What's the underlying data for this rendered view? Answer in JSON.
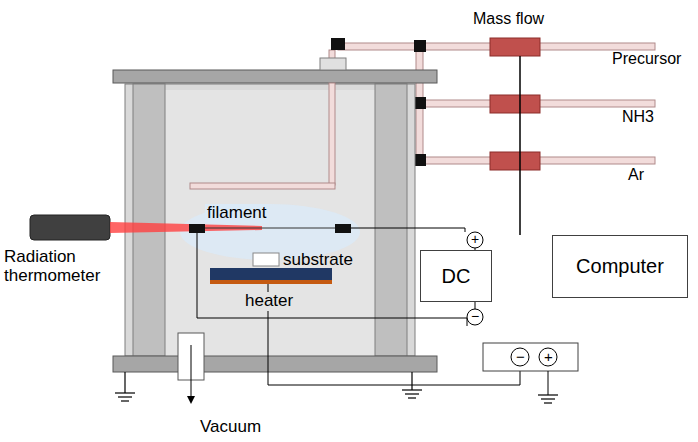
{
  "diagram": {
    "nodes": [
      {
        "text": [
          "DC"
        ]
      },
      {
        "text": [
          "Computer"
        ]
      }
    ],
    "labels": [
      "Mass flow",
      "Precursor",
      "NH3",
      "Ar",
      "filament",
      "substrate",
      "heater",
      "Radiation thermometer",
      "Vacuum",
      "+",
      "−",
      "−",
      "+"
    ]
  }
}
